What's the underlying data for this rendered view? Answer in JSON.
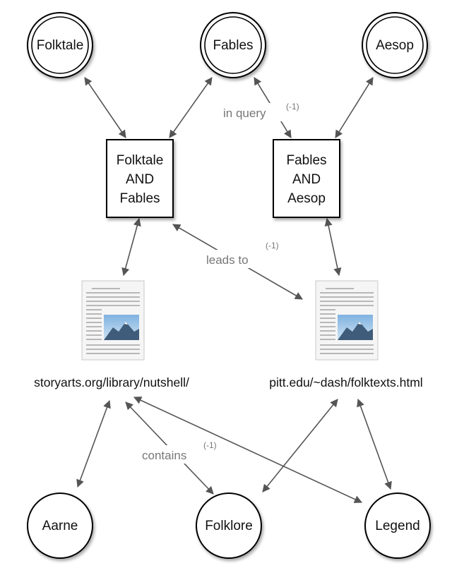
{
  "concepts_top": {
    "folktale": "Folktale",
    "fables": "Fables",
    "aesop": "Aesop"
  },
  "queries": {
    "q1": [
      "Folktale",
      "AND",
      "Fables"
    ],
    "q2": [
      "Fables",
      "AND",
      "Aesop"
    ]
  },
  "documents": {
    "doc1_url": "storyarts.org/library/nutshell/",
    "doc2_url": "pitt.edu/~dash/folktexts.html"
  },
  "concepts_bottom": {
    "aarne": "Aarne",
    "folklore": "Folklore",
    "legend": "Legend"
  },
  "edge_labels": {
    "in_query": {
      "text": "in query",
      "sup": "(-1)"
    },
    "leads_to": {
      "text": "leads to",
      "sup": "(-1)"
    },
    "contains": {
      "text": "contains",
      "sup": "(-1)"
    }
  },
  "colors": {
    "edge": "#555555",
    "label": "#777777",
    "node_border": "#000000"
  }
}
